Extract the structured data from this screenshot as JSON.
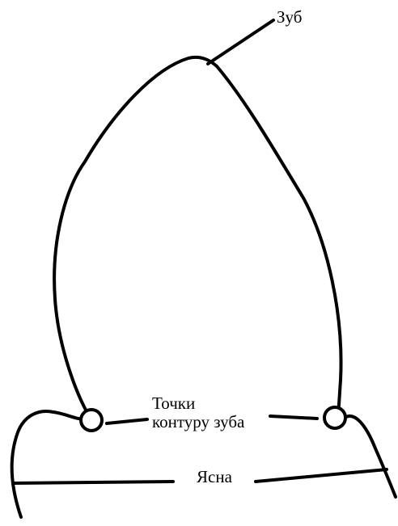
{
  "labels": {
    "tooth": "Зуб",
    "contour_points_line1": "Точки",
    "contour_points_line2": "контуру зуба",
    "gum": "Ясна"
  },
  "colors": {
    "stroke": "#000000",
    "background": "#ffffff"
  }
}
